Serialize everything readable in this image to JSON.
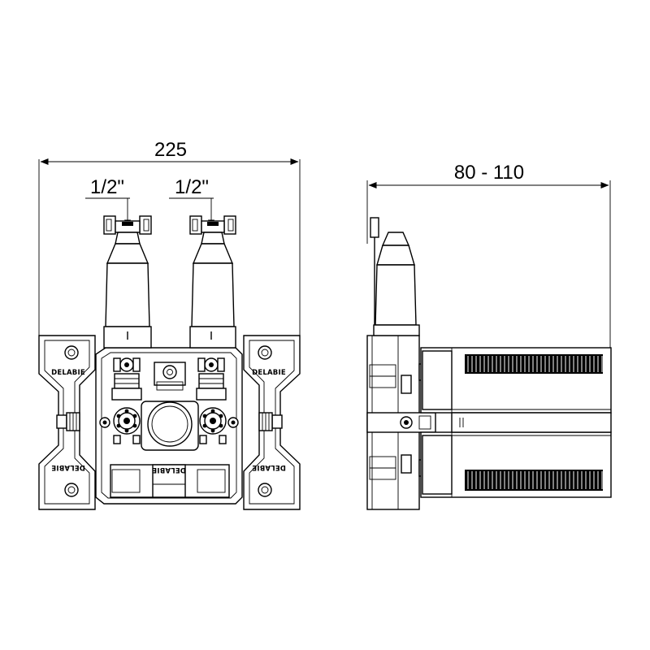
{
  "dimensions": {
    "overall_width": "225",
    "inlet_left": "1/2\"",
    "inlet_right": "1/2\"",
    "depth_range": "80 - 110"
  },
  "brand": {
    "name": "DELABIE"
  }
}
